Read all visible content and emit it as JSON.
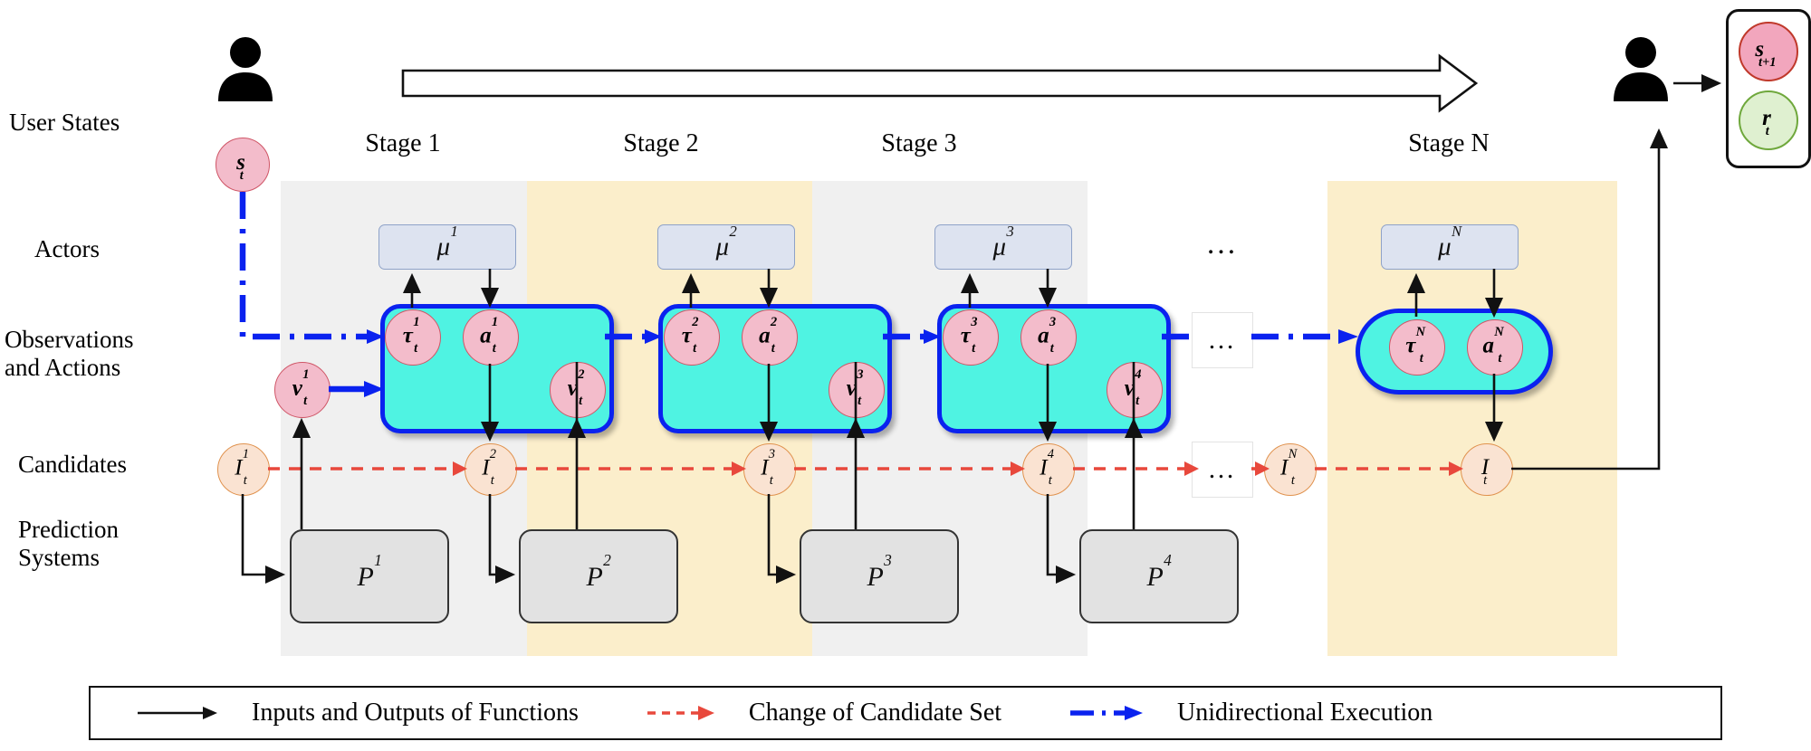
{
  "row_labels": [
    {
      "id": "user-states",
      "text": "User States"
    },
    {
      "id": "actors",
      "text": "Actors"
    },
    {
      "id": "observations-and-actions",
      "text": "Observations\nand Actions"
    },
    {
      "id": "candidates",
      "text": "Candidates"
    },
    {
      "id": "prediction-systems",
      "text": "Prediction\nSystems"
    }
  ],
  "stages": [
    {
      "caption": "Stage 1",
      "mu": "μ",
      "mu_sup": "1",
      "tau_sup": "1",
      "a_sup": "1",
      "v_sup": "1",
      "band": "grey"
    },
    {
      "caption": "Stage 2",
      "mu": "μ",
      "mu_sup": "2",
      "tau_sup": "2",
      "a_sup": "2",
      "v_sup": "2",
      "band": "cream"
    },
    {
      "caption": "Stage 3",
      "mu": "μ",
      "mu_sup": "3",
      "tau_sup": "3",
      "a_sup": "3",
      "v_sup": "3",
      "band": "grey"
    },
    {
      "caption": "Stage N",
      "mu": "μ",
      "mu_sup": "N",
      "tau_sup": "N",
      "a_sup": "N",
      "v_sup": "",
      "band": "cream"
    }
  ],
  "nodes": {
    "s_t": {
      "base": "s",
      "sub": "t"
    },
    "tau": {
      "base": "τ",
      "sub": "t"
    },
    "a": {
      "base": "a",
      "sub": "t"
    },
    "v": {
      "base": "v",
      "sub": "t"
    },
    "I": {
      "base": "I",
      "sub": "t"
    },
    "s_next": {
      "base": "s",
      "sub": "t+1"
    },
    "r_t": {
      "base": "r",
      "sub": "t"
    }
  },
  "candidates_row": [
    {
      "base": "I",
      "sub": "t",
      "sup": "1"
    },
    {
      "base": "I",
      "sub": "t",
      "sup": "2"
    },
    {
      "base": "I",
      "sub": "t",
      "sup": "3"
    },
    {
      "base": "I",
      "sub": "t",
      "sup": "4"
    },
    {
      "base": "I",
      "sub": "t",
      "sup": "N"
    },
    {
      "base": "I",
      "sub": "t",
      "sup": ""
    }
  ],
  "prediction_systems": [
    {
      "base": "P",
      "sup": "1"
    },
    {
      "base": "P",
      "sup": "2"
    },
    {
      "base": "P",
      "sup": "3"
    },
    {
      "base": "P",
      "sup": "4"
    }
  ],
  "ellipsis": "…",
  "output_box": {
    "state": {
      "base": "s",
      "sub": "t+1"
    },
    "reward": {
      "base": "r",
      "sub": "t"
    }
  },
  "legend": [
    {
      "id": "inputs-outputs",
      "marker": "solid-black-arrow",
      "label": "Inputs and Outputs of Functions"
    },
    {
      "id": "candidate-change",
      "marker": "dashed-red-arrow",
      "label": "Change of Candidate Set"
    },
    {
      "id": "unidirectional-execution",
      "marker": "dashdot-blue-arrow",
      "label": "Unidirectional Execution"
    }
  ],
  "colors": {
    "blue": "#0a22ef",
    "red": "#e8483c",
    "black": "#111111",
    "cyan_fill": "#4ff3e2",
    "pink_fill": "#f3bccb",
    "peach_fill": "#fae3d2",
    "mu_fill": "#dde3f0",
    "band_grey": "#f0f0f0",
    "band_cream": "#fbeecb",
    "rose_fill": "#f2a6bd",
    "green_fill": "#dff0d0"
  }
}
